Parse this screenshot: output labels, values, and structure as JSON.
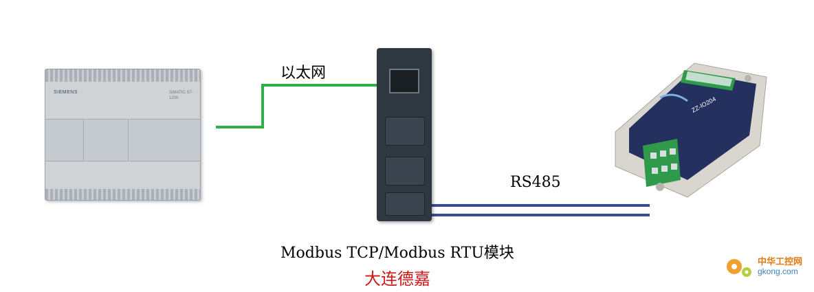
{
  "labels": {
    "ethernet": "以太网",
    "rs485": "RS485",
    "title": "Modbus TCP/Modbus RTU模块",
    "brand": "大连德嘉"
  },
  "plc": {
    "brand": "SIEMENS",
    "model": "SIMATIC S7-1200"
  },
  "io_module": {
    "model": "ZZ-IO204"
  },
  "watermark": {
    "name": "中华工控网",
    "url": "gkong.com"
  },
  "colors": {
    "ethernet_line": "#2eaf4a",
    "rs485_line": "#3a4a9a",
    "brand_text": "#d01818"
  }
}
